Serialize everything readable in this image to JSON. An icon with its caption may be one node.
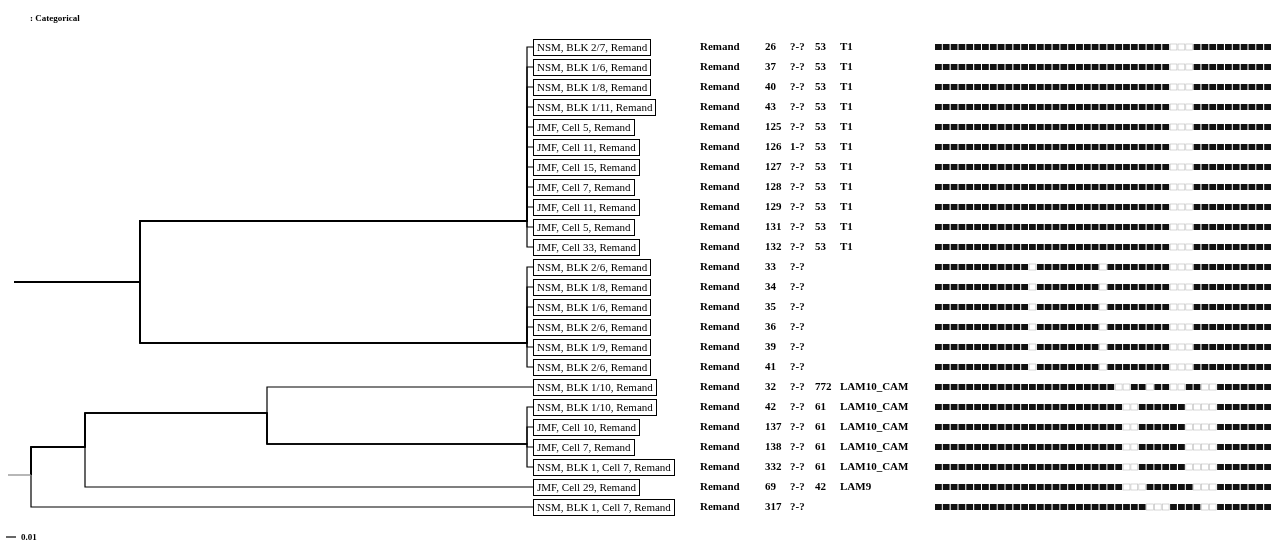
{
  "diagram": {
    "nodes": [
      {
        "text": [
          "NSM, BLK 2/7, Remand"
        ]
      },
      {
        "text": [
          "NSM, BLK 1/6, Remand"
        ]
      },
      {
        "text": [
          "NSM, BLK 1/8, Remand"
        ]
      },
      {
        "text": [
          "NSM, BLK 1/11, Remand"
        ]
      },
      {
        "text": [
          "JMF, Cell 5, Remand"
        ]
      },
      {
        "text": [
          "JMF, Cell 11, Remand"
        ]
      },
      {
        "text": [
          "JMF, Cell 15, Remand"
        ]
      },
      {
        "text": [
          "JMF, Cell 7, Remand"
        ]
      },
      {
        "text": [
          "JMF, Cell 11, Remand"
        ]
      },
      {
        "text": [
          "JMF, Cell 5, Remand"
        ]
      },
      {
        "text": [
          "JMF, Cell 33, Remand"
        ]
      },
      {
        "text": [
          "NSM, BLK 2/6, Remand"
        ]
      },
      {
        "text": [
          "NSM, BLK 1/8, Remand"
        ]
      },
      {
        "text": [
          "NSM, BLK 1/6, Remand"
        ]
      },
      {
        "text": [
          "NSM, BLK 2/6, Remand"
        ]
      },
      {
        "text": [
          "NSM, BLK 1/9, Remand"
        ]
      },
      {
        "text": [
          "NSM, BLK 2/6, Remand"
        ]
      },
      {
        "text": [
          "NSM, BLK 1/10, Remand"
        ]
      },
      {
        "text": [
          "NSM, BLK 1/10, Remand"
        ]
      },
      {
        "text": [
          "JMF, Cell 10, Remand"
        ]
      },
      {
        "text": [
          "JMF, Cell 7, Remand"
        ]
      },
      {
        "text": [
          "NSM, BLK 1, Cell 7, Remand"
        ]
      },
      {
        "text": [
          "JMF, Cell 29, Remand"
        ]
      },
      {
        "text": [
          "NSM, BLK 1, Cell 7, Remand"
        ]
      }
    ],
    "edges": [
      {
        "from": null,
        "to": 0,
        "arrow": "none"
      },
      {
        "from": null,
        "to": 1,
        "arrow": "none"
      },
      {
        "from": null,
        "to": 2,
        "arrow": "none"
      },
      {
        "from": null,
        "to": 3,
        "arrow": "none"
      },
      {
        "from": null,
        "to": 4,
        "arrow": "none"
      },
      {
        "from": null,
        "to": 5,
        "arrow": "none"
      },
      {
        "from": null,
        "to": 6,
        "arrow": "none"
      },
      {
        "from": null,
        "to": 7,
        "arrow": "none"
      },
      {
        "from": null,
        "to": 8,
        "arrow": "none"
      },
      {
        "from": null,
        "to": 9,
        "arrow": "none"
      },
      {
        "from": null,
        "to": 10,
        "arrow": "none"
      },
      {
        "from": null,
        "to": 11,
        "arrow": "none"
      },
      {
        "from": null,
        "to": 12,
        "arrow": "none"
      },
      {
        "from": null,
        "to": 13,
        "arrow": "none"
      },
      {
        "from": null,
        "to": 14,
        "arrow": "none"
      },
      {
        "from": null,
        "to": 15,
        "arrow": "none"
      },
      {
        "from": null,
        "to": 16,
        "arrow": "none"
      },
      {
        "from": null,
        "to": 17,
        "arrow": "none"
      },
      {
        "from": null,
        "to": 18,
        "arrow": "none"
      },
      {
        "from": null,
        "to": 19,
        "arrow": "none"
      },
      {
        "from": null,
        "to": 20,
        "arrow": "none"
      },
      {
        "from": null,
        "to": 21,
        "arrow": "none"
      },
      {
        "from": null,
        "to": 22,
        "arrow": "none"
      },
      {
        "from": null,
        "to": 23,
        "arrow": "none"
      }
    ],
    "labels": [
      ": Categorical",
      "Remand",
      "26",
      "?-?",
      "53",
      "T1",
      "Remand",
      "37",
      "?-?",
      "53",
      "T1",
      "Remand",
      "40",
      "?-?",
      "53",
      "T1",
      "Remand",
      "43",
      "?-?",
      "53",
      "T1",
      "Remand",
      "125",
      "?-?",
      "53",
      "T1",
      "Remand",
      "126",
      "1-?",
      "53",
      "T1",
      "Remand",
      "127",
      "?-?",
      "53",
      "T1",
      "Remand",
      "128",
      "?-?",
      "53",
      "T1",
      "Remand",
      "129",
      "?-?",
      "53",
      "T1",
      "Remand",
      "131",
      "?-?",
      "53",
      "T1",
      "Remand",
      "132",
      "?-?",
      "53",
      "T1",
      "Remand",
      "33",
      "?-?",
      "Remand",
      "34",
      "?-?",
      "Remand",
      "35",
      "?-?",
      "Remand",
      "36",
      "?-?",
      "Remand",
      "39",
      "?-?",
      "Remand",
      "41",
      "?-?",
      "Remand",
      "32",
      "?-?",
      "772",
      "LAM10_CAM",
      "Remand",
      "42",
      "?-?",
      "61",
      "LAM10_CAM",
      "Remand",
      "137",
      "?-?",
      "61",
      "LAM10_CAM",
      "Remand",
      "138",
      "?-?",
      "61",
      "LAM10_CAM",
      "Remand",
      "332",
      "?-?",
      "61",
      "LAM10_CAM",
      "Remand",
      "69",
      "?-?",
      "42",
      "LAM9",
      "Remand",
      "317",
      "?-?",
      "0.01"
    ]
  }
}
